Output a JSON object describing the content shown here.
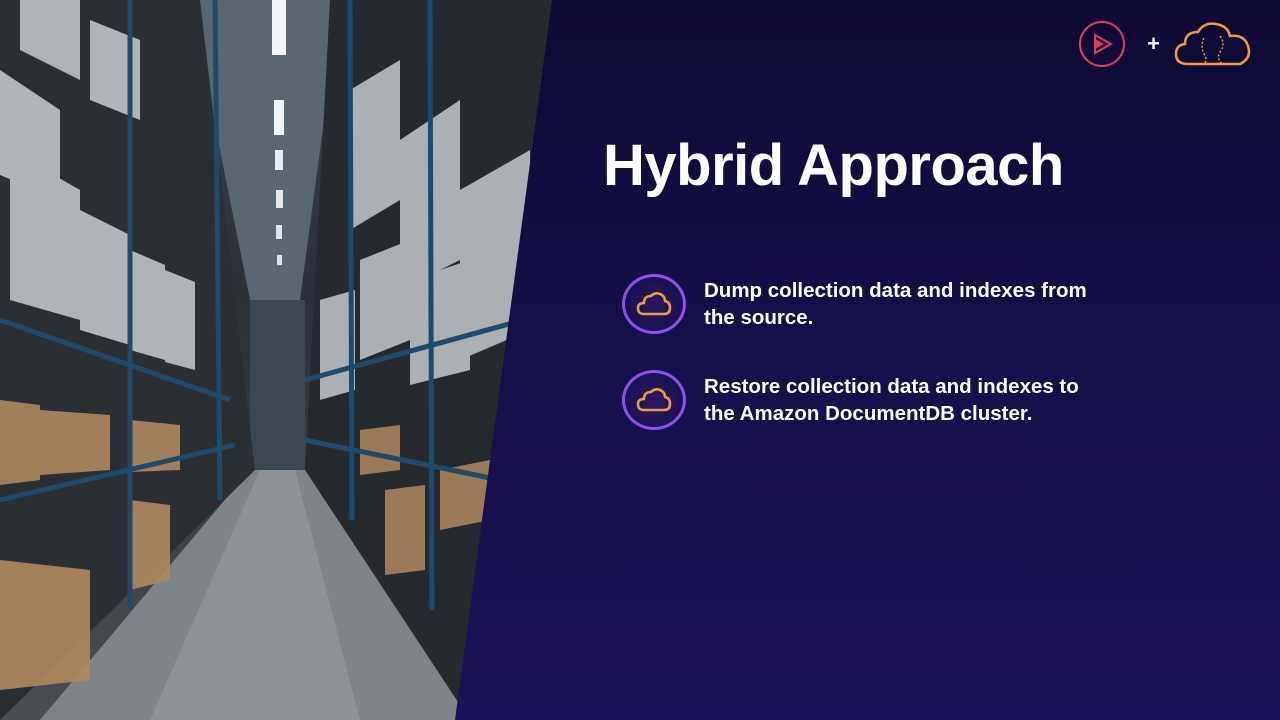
{
  "slide": {
    "title": "Hybrid Approach",
    "bullets": [
      {
        "icon": "cloud-icon",
        "text": "Dump collection data and indexes from the source."
      },
      {
        "icon": "cloud-icon",
        "text": "Restore collection data and indexes to the Amazon DocumentDB cluster."
      }
    ]
  },
  "header": {
    "plus": "+",
    "logo_left": "pluralsight-play-icon",
    "logo_right": "aws-cloud-icon"
  },
  "colors": {
    "panel": "#150f48",
    "accent_purple": "#8f4ff2",
    "accent_orange": "#f39a3a",
    "accent_red": "#e23a5a",
    "text": "#ffffff"
  },
  "image": {
    "subject": "warehouse-aisle-photo"
  }
}
